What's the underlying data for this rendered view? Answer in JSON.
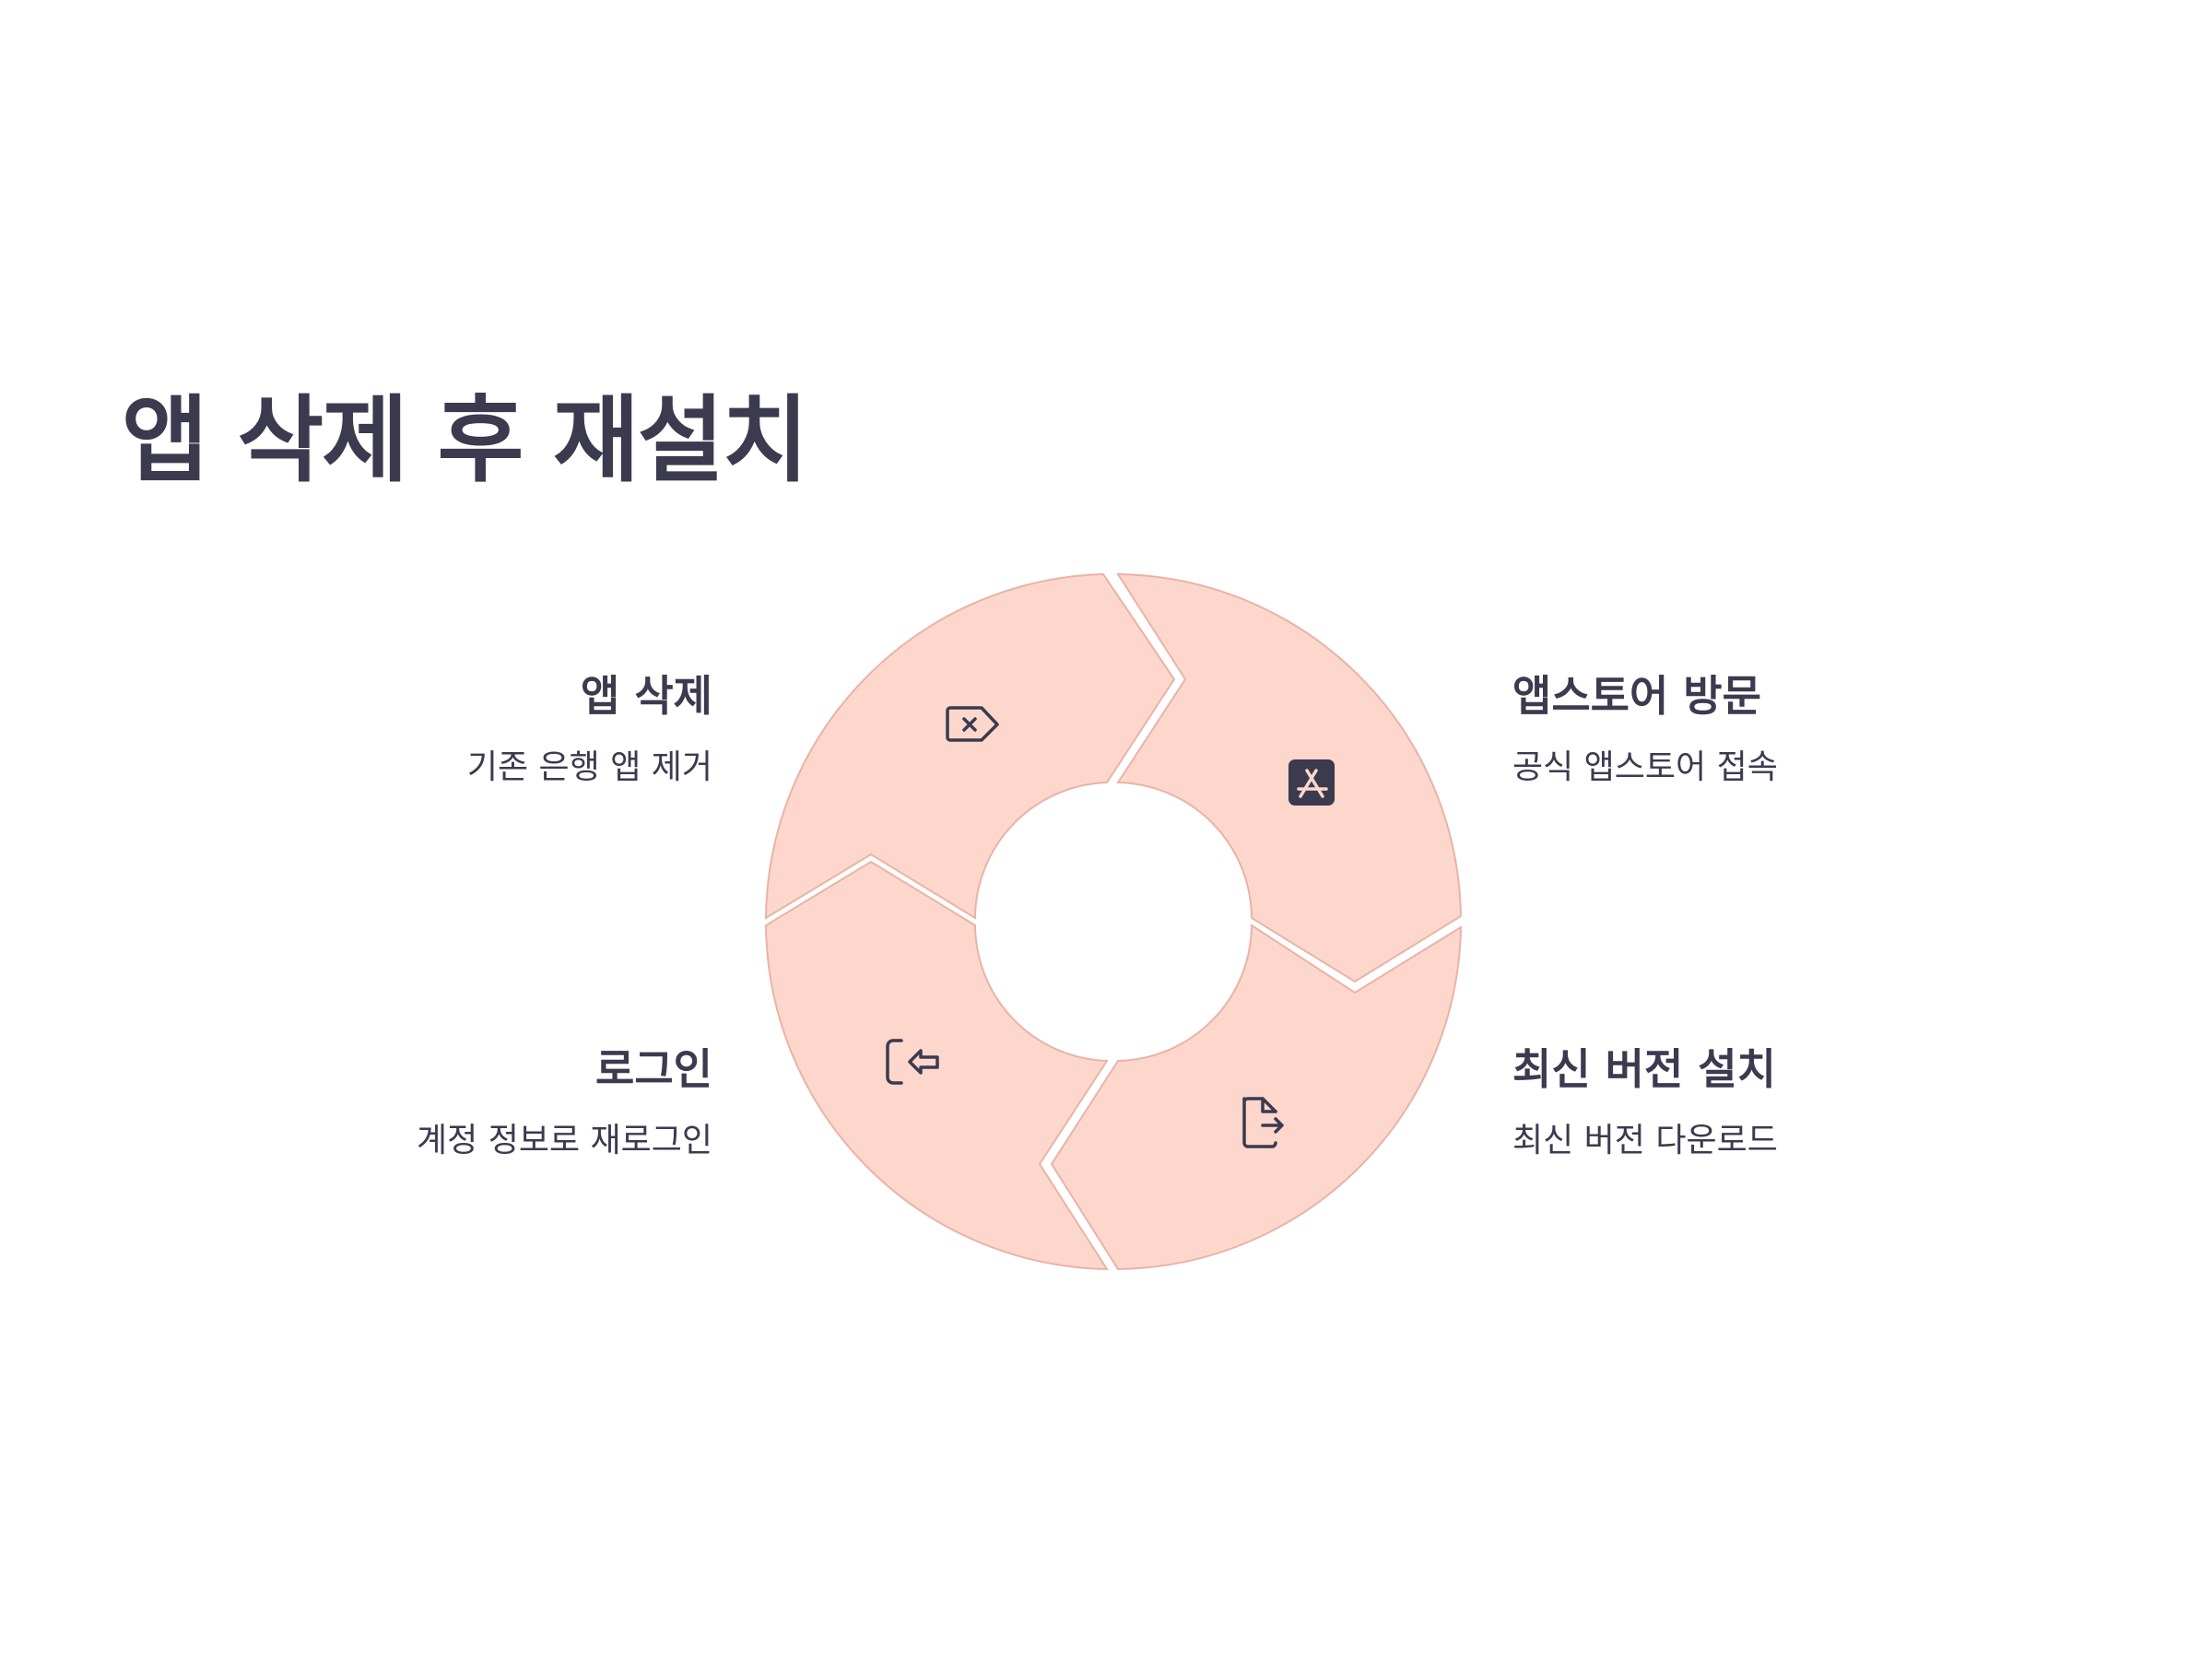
{
  "title": "앱 삭제 후 재설치",
  "steps": [
    {
      "heading": "앱 삭제",
      "description": "기존 은행 앱 제거",
      "icon": "delete-tag-icon"
    },
    {
      "heading": "앱스토어 방문",
      "description": "공식 앱스토어 접속",
      "icon": "app-store-icon"
    },
    {
      "heading": "최신 버전 설치",
      "description": "최신 버전 다운로드",
      "icon": "file-export-icon"
    },
    {
      "heading": "로그인",
      "description": "계정 정보로 재로그인",
      "icon": "login-icon"
    }
  ],
  "colors": {
    "segment_fill": "#fdd7cc",
    "segment_stroke": "#e9b3a7",
    "text": "#3b3a4f",
    "background": "#ffffff"
  }
}
